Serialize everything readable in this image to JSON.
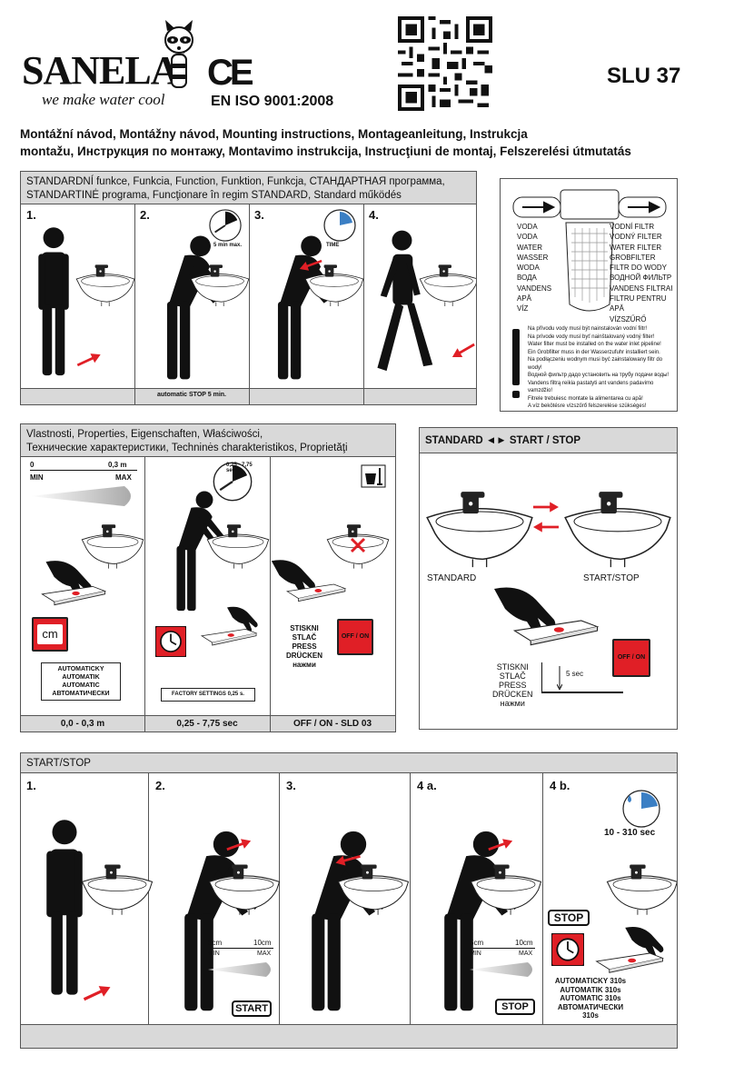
{
  "header": {
    "brand": "SANELA",
    "slogan": "we make water cool",
    "ce_mark": "CE",
    "iso": "EN ISO 9001:2008",
    "model": "SLU 37",
    "reg_mark": "®"
  },
  "titles": {
    "line1": "Montážní návod, Montážny návod, Mounting instructions, Montageanleitung, Instrukcja",
    "line2": "montažu, Инструкция по монтажу, Montavimo instrukcija, Instrucţiuni de montaj, Felszerelési útmutatás"
  },
  "standard_function": {
    "head_line1": "STANDARDNÍ funkce, Funkcia, Function, Funktion, Funkcja, СТАНДАРТНАЯ программа,",
    "head_line2": "STANDARTINĖ programa, Funcţionare în regim STANDARD, Standard működés",
    "steps": [
      "1.",
      "2.",
      "3.",
      "4."
    ],
    "dial_step2": "5 min max.",
    "dial_step3": "TIME",
    "footer": "automatic STOP 5 min."
  },
  "filter": {
    "left_list": [
      "VODA",
      "VODA",
      "WATER",
      "WASSER",
      "WODA",
      "ВОДА",
      "VANDENS",
      "APĂ",
      "VÍZ"
    ],
    "right_list": [
      "VODNÍ FILTR",
      "VODNÝ FILTER",
      "WATER FILTER",
      "GROBFILTER",
      "FILTR DO WODY",
      "ВОДНОЙ ФИЛЬТР",
      "VANDENS FILTRAI",
      "FILTRU PENTRU APĂ",
      "VÍZSZŰRŐ"
    ],
    "warnings": [
      "Na přívodu vody musí být nainstalován vodní filtr!",
      "Na prívode vody musí byť nainštalovaný vodný filter!",
      "Water filter must be installed on the water inlet pipeline!",
      "Ein Grobfilter muss in der Wasserzufuhr installiert sein.",
      "Na podłączeniu wodnym musi być zainstalowany filtr do wody!",
      "Водной фильтр дадо установить на трубу подачи воды!",
      "Vandens filtrą reikia pastatyti ant vandens padavimo vamzdžio!",
      "Fitrele trebuiesc montate la alimentarea cu apă!",
      "A víz bekötésre vízszűrő felszerelése szükséges!"
    ]
  },
  "properties": {
    "head_line1": "Vlastnosti, Properties, Eigenschaften, Właściwości,",
    "head_line2": "Технические характеристики, Techninės charakteristikos, Proprietăţi",
    "range_min_value": "0",
    "range_max_value": "0,3 m",
    "range_min_label": "MIN",
    "range_max_label": "MAX",
    "cm_label": "cm",
    "auto_labels": [
      "AUTOMATICKY",
      "AUTOMATIK",
      "AUTOMATIC",
      "АВТОМАТИЧЕСКИ"
    ],
    "dial_label": "0,25 - 7,75 sec",
    "factory": "FACTORY SETTINGS 0,25 s.",
    "press_labels": [
      "STISKNI",
      "STLAČ",
      "PRESS",
      "DRÜCKEN",
      "нажми"
    ],
    "offon": "OFF / ON",
    "footer": [
      "0,0 - 0,3 m",
      "0,25 - 7,75 sec",
      "OFF / ON - SLD 03"
    ]
  },
  "standard_startstop": {
    "head": "STANDARD ◄► START / STOP",
    "left_label": "STANDARD",
    "right_label": "START/STOP",
    "press_labels": [
      "STISKNI",
      "STLAČ",
      "PRESS",
      "DRÜCKEN",
      "нажми"
    ],
    "timer": "5 sec",
    "offon": "OFF / ON"
  },
  "startstop": {
    "head": "START/STOP",
    "steps": [
      "1.",
      "2.",
      "3.",
      "4 a.",
      "4 b."
    ],
    "range_left": "5cm",
    "range_right": "10cm",
    "range_min": "MIN",
    "range_max": "MAX",
    "start_btn": "START",
    "stop_btn": "STOP",
    "stop_btn2": "STOP",
    "time_range": "10 - 310 sec",
    "auto_labels": [
      "AUTOMATICKY 310s",
      "AUTOMATIK 310s",
      "AUTOMATIC 310s",
      "АВТОМАТИЧЕСКИ 310s"
    ]
  },
  "colors": {
    "red": "#e01f26",
    "panel_bg": "#d9d9d9",
    "blue": "#3b7fc4"
  }
}
